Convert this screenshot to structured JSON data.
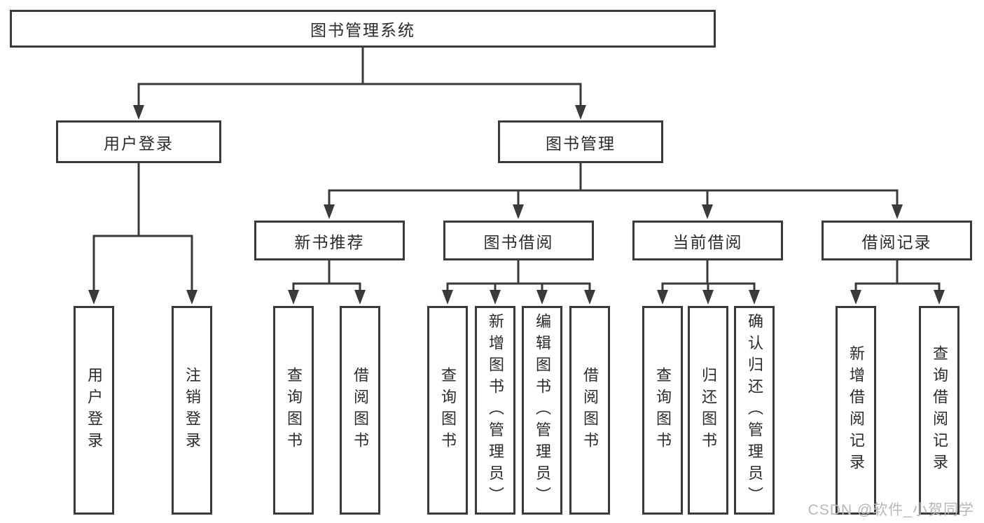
{
  "diagram_title": "图书管理系统",
  "colors": {
    "line": "#3a3a3a",
    "text": "#2b2b2b",
    "watermark": "#b8b8b8",
    "background": "#ffffff"
  },
  "tree": {
    "root": {
      "label": "图书管理系统"
    },
    "branches": [
      {
        "label": "用户登录",
        "children": [
          {
            "label": "用户登录"
          },
          {
            "label": "注销登录"
          }
        ]
      },
      {
        "label": "图书管理",
        "groups": [
          {
            "label": "新书推荐",
            "children": [
              {
                "label": "查询图书"
              },
              {
                "label": "借阅图书"
              }
            ]
          },
          {
            "label": "图书借阅",
            "children": [
              {
                "label": "查询图书"
              },
              {
                "label": "新增图书（管理员）"
              },
              {
                "label": "编辑图书（管理员）"
              },
              {
                "label": "借阅图书"
              }
            ]
          },
          {
            "label": "当前借阅",
            "children": [
              {
                "label": "查询图书"
              },
              {
                "label": "归还图书"
              },
              {
                "label": "确认归还（管理员）"
              }
            ]
          },
          {
            "label": "借阅记录",
            "children": [
              {
                "label": "新增借阅记录"
              },
              {
                "label": "查询借阅记录"
              }
            ]
          }
        ]
      }
    ]
  },
  "watermark": {
    "text": "CSDN @软件_小贺同学"
  }
}
